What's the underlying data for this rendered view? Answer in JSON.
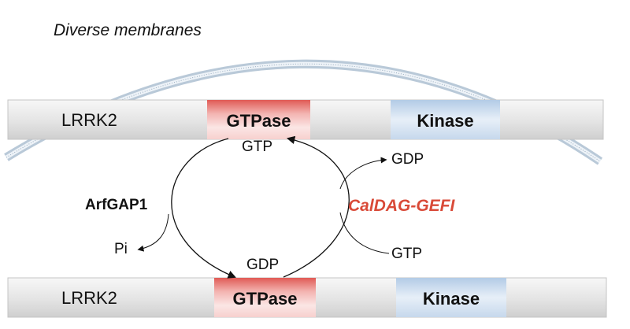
{
  "title": "Diverse membranes",
  "top_protein": {
    "name": "LRRK2",
    "gtpase_label": "GTPase",
    "kinase_label": "Kinase"
  },
  "bottom_protein": {
    "name": "LRRK2",
    "gtpase_label": "GTPase",
    "kinase_label": "Kinase"
  },
  "cycle": {
    "gtp_state": "GTP",
    "gdp_state": "GDP",
    "gap": "ArfGAP1",
    "gap_product": "Pi",
    "gef": "CalDAG-GEFI",
    "gef_out": "GDP",
    "gef_in": "GTP"
  },
  "colors": {
    "gtpase": "#e05a55",
    "kinase": "#bcd2ea",
    "gef_text": "#d94a38",
    "membrane": "#c9d7e4"
  }
}
